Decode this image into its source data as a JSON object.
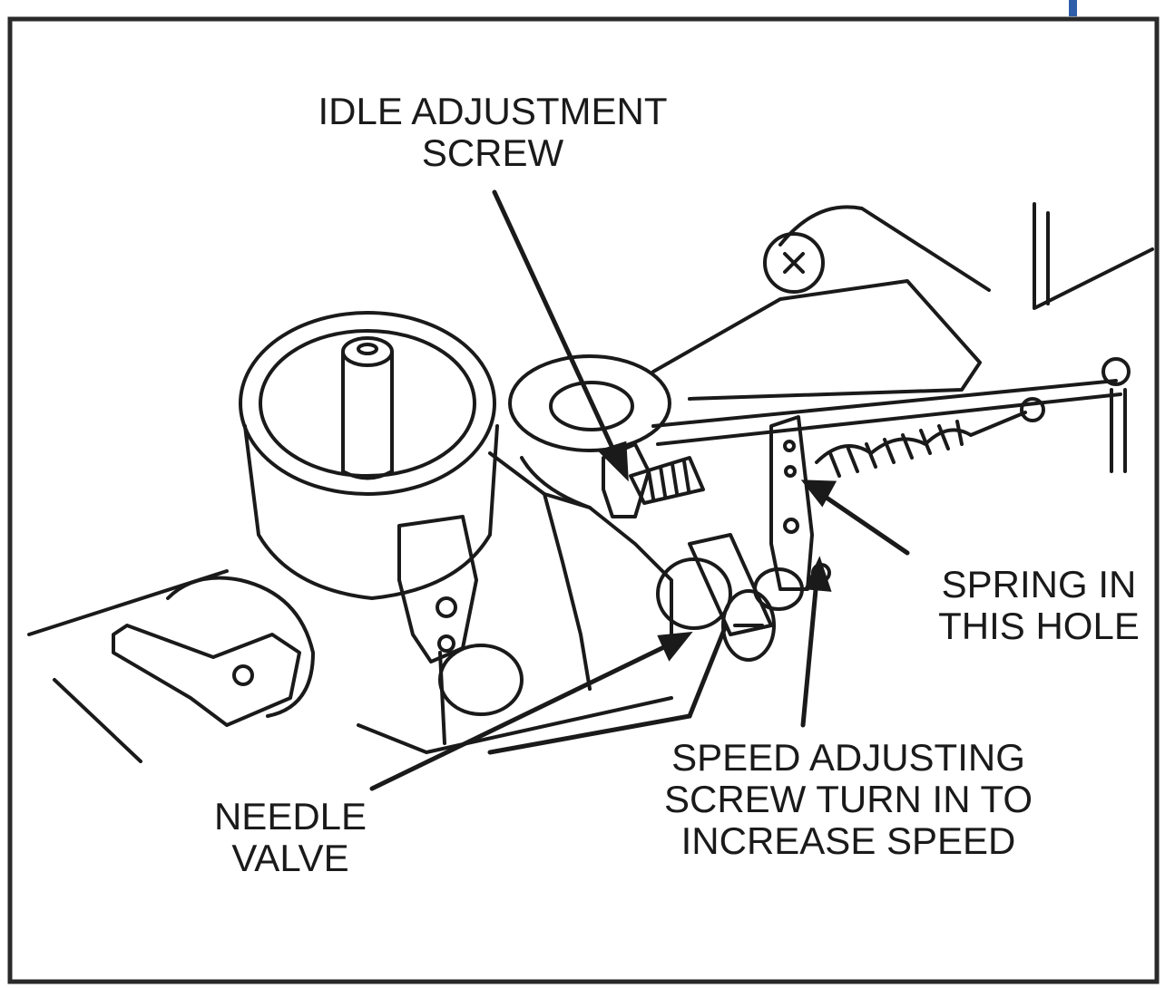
{
  "diagram": {
    "labels": {
      "idle": [
        "IDLE ADJUSTMENT",
        "SCREW"
      ],
      "spring": [
        "SPRING IN",
        "THIS HOLE"
      ],
      "speed": [
        "SPEED ADJUSTING",
        "SCREW TURN IN TO",
        "INCREASE SPEED"
      ],
      "needle": [
        "NEEDLE",
        "VALVE"
      ]
    },
    "colors": {
      "ink": "#1a1a1a",
      "frame": "#2a2a2a",
      "accent_tick": "#2f5fa8",
      "background": "#ffffff"
    }
  }
}
